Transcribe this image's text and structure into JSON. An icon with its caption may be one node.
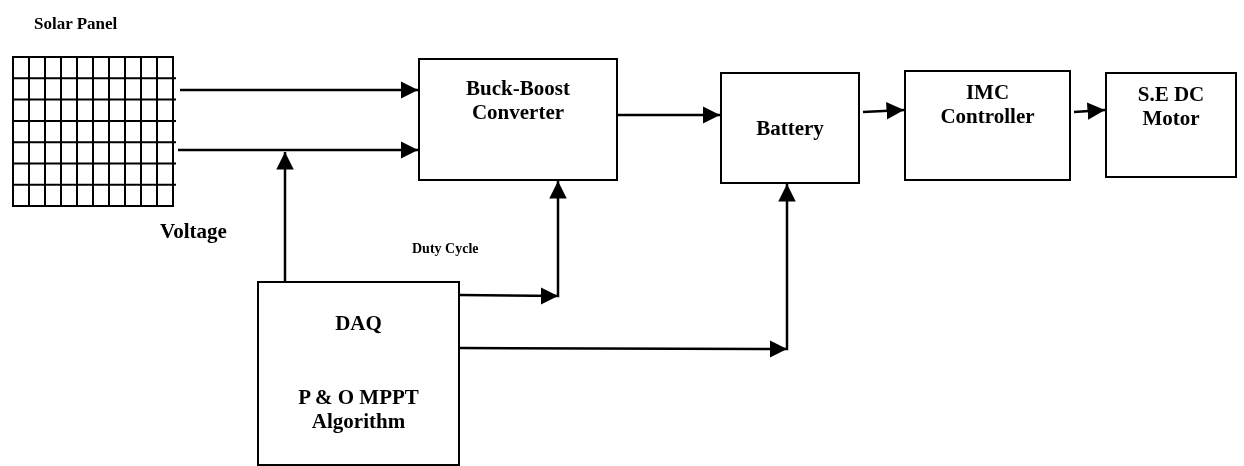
{
  "diagram": {
    "nodes": [
      {
        "text": [
          "Solar Panel"
        ]
      },
      {
        "text": [
          "Buck-Boost Converter"
        ]
      },
      {
        "text": [
          "Battery"
        ]
      },
      {
        "text": [
          "IMC Controller"
        ]
      },
      {
        "text": [
          "S.E DC Motor"
        ]
      },
      {
        "text": [
          "DAQ",
          "P & O MPPT Algorithm"
        ]
      }
    ],
    "edges": [
      {
        "from": 0,
        "to": 1,
        "arrow": "to"
      },
      {
        "from": 0,
        "to": 1,
        "arrow": "to"
      },
      {
        "from": 5,
        "to": null,
        "arrow": "to",
        "label": "Voltage"
      },
      {
        "from": 5,
        "to": 1,
        "arrow": "to",
        "label": "Duty Cycle"
      },
      {
        "from": 5,
        "to": 2,
        "arrow": "to"
      },
      {
        "from": 1,
        "to": 2,
        "arrow": "to"
      },
      {
        "from": 2,
        "to": 3,
        "arrow": "to"
      },
      {
        "from": 3,
        "to": 4,
        "arrow": "to"
      }
    ]
  }
}
